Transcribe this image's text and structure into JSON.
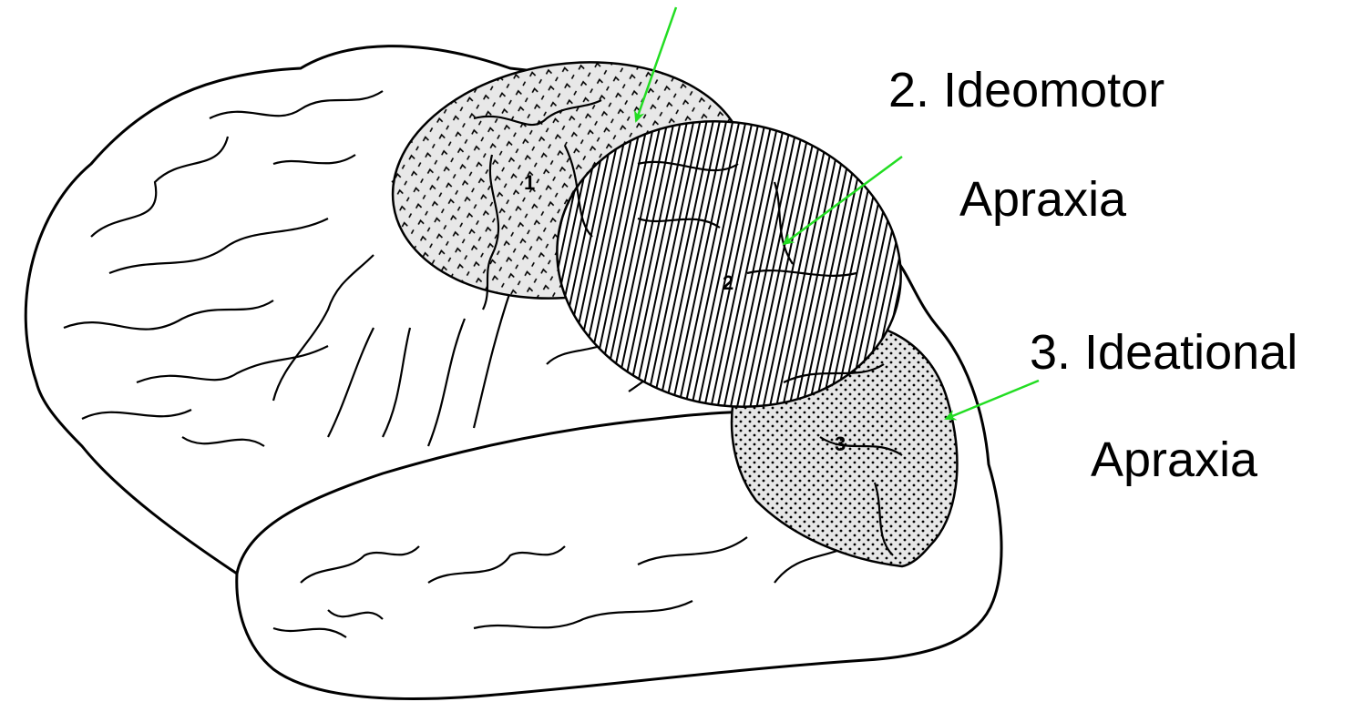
{
  "labels": {
    "ideomotor_line1": "2. Ideomotor",
    "ideomotor_line2": "Apraxia",
    "ideational_line1": "3. Ideational",
    "ideational_line2": "Apraxia"
  },
  "regions": [
    {
      "number": "1",
      "pattern": "dotted-chevron"
    },
    {
      "number": "2",
      "pattern": "vertical-hatch"
    },
    {
      "number": "3",
      "pattern": "fine-dots"
    }
  ],
  "colors": {
    "arrow": "#22dd22",
    "outline": "#000000",
    "region_fill": "#e6e6e6"
  }
}
